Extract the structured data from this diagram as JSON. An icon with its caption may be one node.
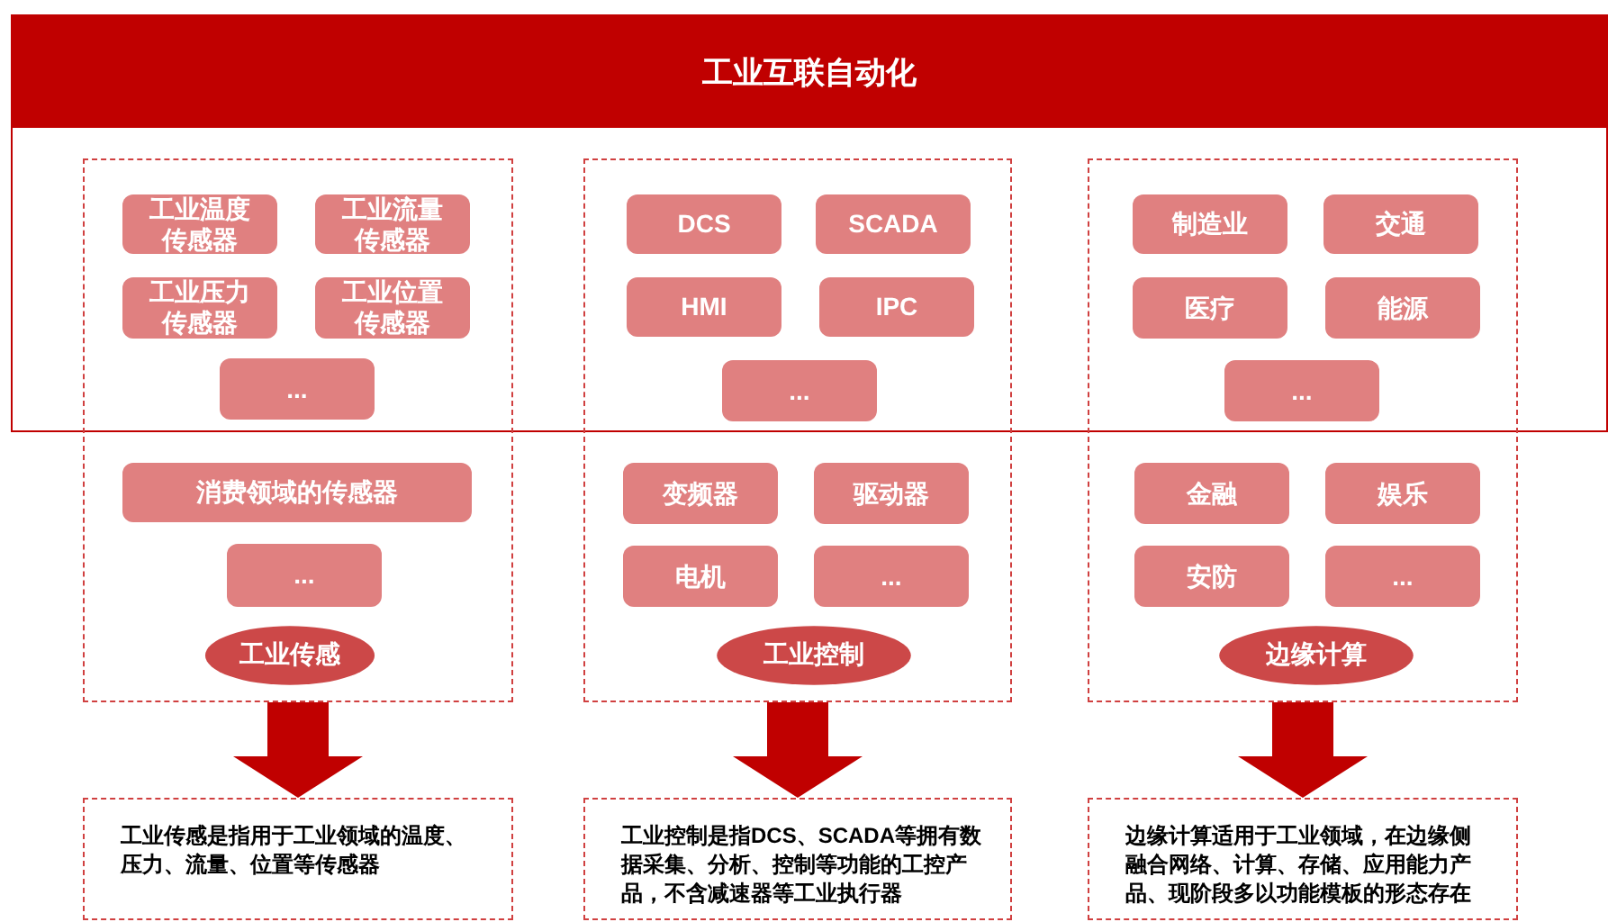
{
  "diagram": {
    "nodes": [
      {
        "text": [
          "工业互联自动化"
        ]
      },
      {
        "text": [],
        "shape": "box"
      },
      {
        "text": [
          "工业温度传感器"
        ]
      },
      {
        "text": [
          "工业流量传感器"
        ]
      },
      {
        "text": [
          "工业压力传感器"
        ]
      },
      {
        "text": [
          "工业位置传感器"
        ]
      },
      {
        "text": [
          "..."
        ]
      },
      {
        "text": [
          "消费领域的传感器"
        ],
        "in": 1
      },
      {
        "text": [
          "..."
        ],
        "in": 1
      },
      {
        "text": [
          "工业传感"
        ],
        "in": 1
      },
      {
        "text": [],
        "shape": "box"
      },
      {
        "text": [
          "DCS"
        ]
      },
      {
        "text": [
          "SCADA"
        ]
      },
      {
        "text": [
          "HMI"
        ]
      },
      {
        "text": [
          "IPC"
        ]
      },
      {
        "text": [
          "..."
        ]
      },
      {
        "text": [
          "变频器"
        ],
        "in": 10
      },
      {
        "text": [
          "驱动器"
        ],
        "in": 10
      },
      {
        "text": [
          "电机"
        ],
        "in": 10
      },
      {
        "text": [
          "..."
        ],
        "in": 10
      },
      {
        "text": [
          "工业控制"
        ],
        "in": 10
      },
      {
        "text": [],
        "shape": "box"
      },
      {
        "text": [
          "制造业"
        ]
      },
      {
        "text": [
          "交通"
        ]
      },
      {
        "text": [
          "医疗"
        ]
      },
      {
        "text": [
          "能源"
        ]
      },
      {
        "text": [
          "..."
        ]
      },
      {
        "text": [
          "金融"
        ],
        "in": 21
      },
      {
        "text": [
          "娱乐"
        ],
        "in": 21
      },
      {
        "text": [
          "安防"
        ],
        "in": 21
      },
      {
        "text": [
          "..."
        ],
        "in": 21
      },
      {
        "text": [
          "边缘计算"
        ],
        "in": 21
      },
      {
        "text": [
          "工业传感是指用于工业领域的温度、压力、流量、位置等传感器"
        ]
      },
      {
        "text": [
          "工业控制是指DCS、SCADA等拥有数据采集、分析、控制等功能的工控产品，不含减速器等工业执行器"
        ]
      },
      {
        "text": [
          "边缘计算适用于工业领域，在边缘侧融合网络、计算、存储、应用能力产品、现阶段多以功能模板的形态存在"
        ]
      }
    ],
    "edges": [
      {
        "from": 1,
        "to": 32,
        "arrow": "to"
      },
      {
        "from": 10,
        "to": 33,
        "arrow": "to"
      },
      {
        "from": 21,
        "to": 34,
        "arrow": "to"
      }
    ]
  }
}
